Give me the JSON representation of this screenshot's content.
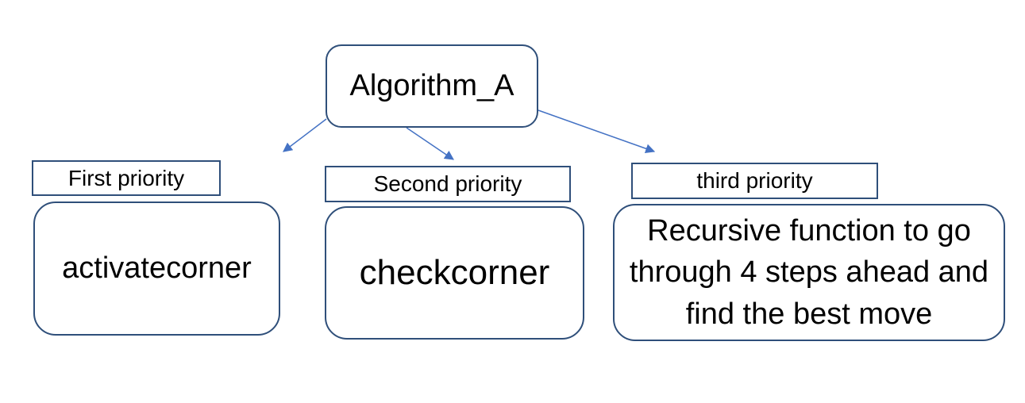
{
  "root": {
    "label": "Algorithm_A"
  },
  "branches": [
    {
      "priority_label": "First priority",
      "node_label": "activatecorner"
    },
    {
      "priority_label": "Second priority",
      "node_label": "checkcorner"
    },
    {
      "priority_label": "third priority",
      "node_label": "Recursive function to go through 4 steps ahead and find the best move"
    }
  ],
  "colors": {
    "box_border": "#2f4f7a",
    "arrow": "#4472c4",
    "text": "#000000",
    "background": "#ffffff"
  }
}
